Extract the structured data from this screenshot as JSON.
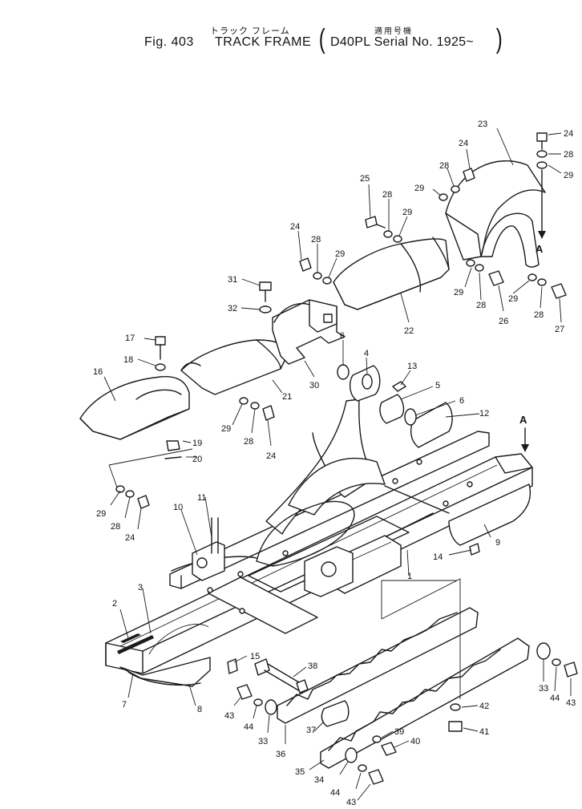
{
  "header": {
    "jp_name": "トラック フレーム",
    "jp_applicability": "適用号機",
    "fig_label": "Fig. 403",
    "part_name": "TRACK FRAME",
    "applicability": "D40PL Serial No. 1925~",
    "paren_open": "(",
    "paren_close": ")"
  },
  "view_marker": "A",
  "callouts": [
    "24",
    "28",
    "29",
    "23",
    "24",
    "28",
    "29",
    "25",
    "28",
    "29",
    "24",
    "28",
    "29",
    "31",
    "32",
    "29",
    "28",
    "26",
    "29",
    "28",
    "27",
    "22",
    "6",
    "4",
    "13",
    "5",
    "6",
    "12",
    "17",
    "18",
    "16",
    "21",
    "30",
    "29",
    "28",
    "24",
    "19",
    "20",
    "29",
    "28",
    "24",
    "10",
    "11",
    "9",
    "14",
    "1",
    "2",
    "3",
    "7",
    "15",
    "38",
    "8",
    "43",
    "44",
    "33",
    "36",
    "37",
    "42",
    "41",
    "39",
    "40",
    "35",
    "34",
    "44",
    "43",
    "33",
    "44",
    "43"
  ]
}
